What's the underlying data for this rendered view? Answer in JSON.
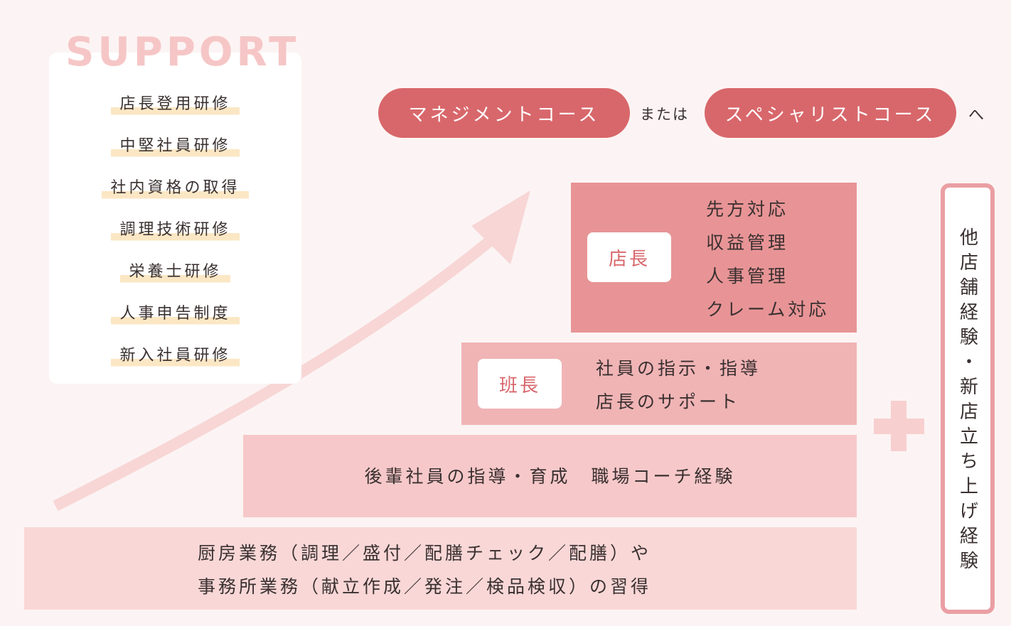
{
  "support": {
    "title": "SUPPORT",
    "items": [
      "店長登用研修",
      "中堅社員研修",
      "社内資格の取得",
      "調理技術研修",
      "栄養士研修",
      "人事申告制度",
      "新入社員研修"
    ]
  },
  "courses": {
    "management": "マネジメントコース",
    "or": "または",
    "specialist": "スペシャリストコース",
    "to": "へ"
  },
  "steps": {
    "store_manager": {
      "role": "店長",
      "tasks": [
        "先方対応",
        "収益管理",
        "人事管理",
        "クレーム対応"
      ]
    },
    "team_leader": {
      "role": "班長",
      "tasks": [
        "社員の指示・指導",
        "店長のサポート"
      ]
    },
    "junior": {
      "text": "後輩社員の指導・育成　職場コーチ経験"
    },
    "base": {
      "lines": [
        "厨房業務（調理／盛付／配膳チェック／配膳）や",
        "事務所業務（献立作成／発注／検品検収）の習得"
      ]
    }
  },
  "side": {
    "text": "他店舗経験・新店立ち上げ経験"
  },
  "colors": {
    "accent": "#d8676b",
    "step_dark": "#e89496",
    "step_mid": "#f0b4b5",
    "step_light": "#f6c8c9",
    "step_base": "#f9d7d7",
    "highlight": "#fbe7c4",
    "arrow": "#f8d6d6"
  }
}
